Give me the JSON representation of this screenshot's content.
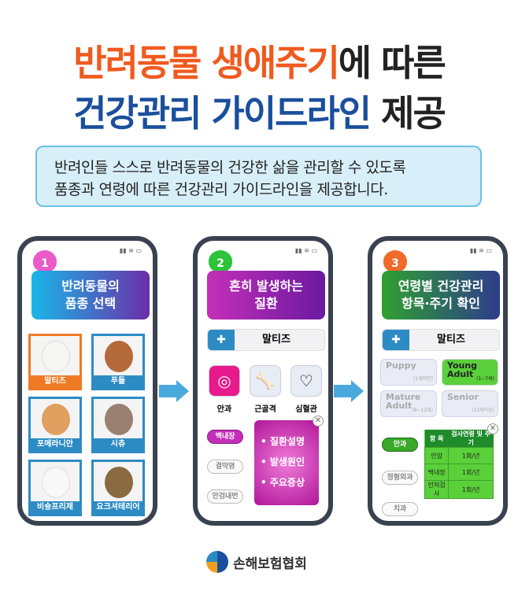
{
  "title": {
    "line1_highlight": "반려동물 생애주기",
    "line1_rest": "에 따른",
    "line2_highlight": "건강관리 가이드라인",
    "line2_rest": " 제공"
  },
  "intro": {
    "line1": "반려인들 스스로 반려동물의 건강한 삶을 관리할 수 있도록",
    "line2": "품종과 연령에 따른 건강관리 가이드라인을 제공합니다."
  },
  "phones": [
    {
      "step": "1",
      "heading_1": "반려동물의",
      "heading_2": "품종 선택",
      "breeds": [
        "말티즈",
        "푸들",
        "포메라니안",
        "시츄",
        "비숑프리제",
        "요크셔테리어"
      ],
      "selected": "말티즈"
    },
    {
      "step": "2",
      "heading_1": "흔히 발생하는",
      "heading_2": "질환",
      "breed": "말티즈",
      "categories": [
        "안과",
        "근골격",
        "심혈관"
      ],
      "diseases": [
        "백내장",
        "결막염",
        "안검내번"
      ],
      "popup": [
        "• 질환설명",
        "• 발생원인",
        "• 주요증상"
      ]
    },
    {
      "step": "3",
      "heading_1": "연령별 건강관리",
      "heading_2": "항목·주기 확인",
      "breed": "말티즈",
      "ages": [
        {
          "name": "Puppy",
          "range": "(1세미만)"
        },
        {
          "name": "Young Adult",
          "range": "(1~7세)"
        },
        {
          "name": "Mature Adult",
          "range": "(8~12세)"
        },
        {
          "name": "Senior",
          "range": "(12세이상)"
        }
      ],
      "departments": [
        "안과",
        "정형외과",
        "치과"
      ],
      "table": {
        "headers": [
          "항 목",
          "검사연령 및 주기"
        ],
        "rows": [
          [
            "안압",
            "1회/년"
          ],
          [
            "백내장",
            "1회/년"
          ],
          [
            "안저검사",
            "1회/년"
          ]
        ]
      }
    }
  ],
  "logo": {
    "text": "손해보험협회"
  },
  "colors": {
    "orange": "#f05a1e",
    "blue": "#1a4f9c",
    "arrow": "#4aa9dc"
  }
}
